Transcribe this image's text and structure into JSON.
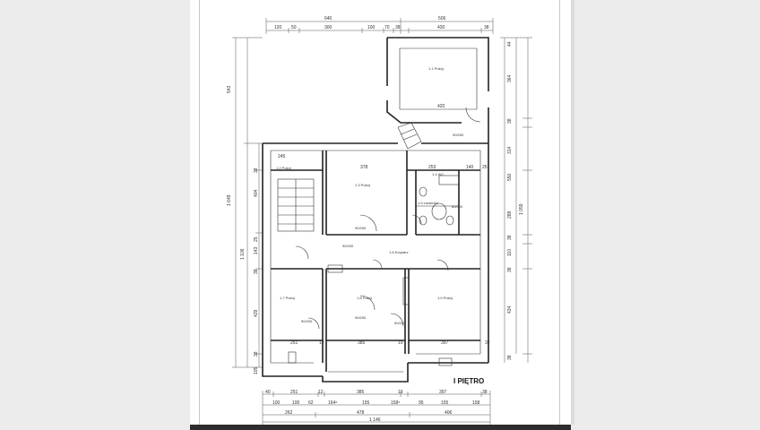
{
  "sheet_title": "I PIĘTRO",
  "dimensions": {
    "top_total": [
      "640",
      "506"
    ],
    "top_segments": [
      "120",
      "50",
      "300",
      "100",
      "70",
      "38",
      "430",
      "38"
    ],
    "bottom_row1": [
      "40",
      "251",
      "12",
      "385",
      "19",
      "397",
      "38"
    ],
    "bottom_row2": [
      "100",
      "100",
      "62",
      "164⁵",
      "155",
      "158⁵",
      "95",
      "155",
      "158"
    ],
    "bottom_row3": [
      "262",
      "478",
      "406"
    ],
    "bottom_total": "1 146",
    "left_outer": [
      "543",
      "1 649",
      "1 106"
    ],
    "left_inner": [
      "38",
      "404",
      "25",
      "143",
      "38",
      "429",
      "38",
      "105"
    ],
    "right_outer": [
      "1 059"
    ],
    "right_inner": [
      "44",
      "364",
      "38",
      "314",
      "550",
      "288",
      "38",
      "110",
      "38",
      "434",
      "38"
    ],
    "interior": [
      "245",
      "378",
      "253",
      "140",
      "25",
      "420",
      "385",
      "397",
      "12",
      "19",
      "32",
      "251"
    ],
    "doors": [
      "90/200",
      "90/200",
      "90/200",
      "90/200",
      "90/200",
      "80/200",
      "90/200"
    ]
  },
  "rooms": {
    "top_right": "1.1 Pokój",
    "r1": "1.2 Pokój",
    "r2": "1.3 Pokój",
    "r3": "1.4 WC",
    "r4": "1.5 Łazienka",
    "hall": "1.6 Korytarz",
    "b1": "1.7 Pokój",
    "b2": "1.8 Pokój",
    "b3": "1.9 Pokój"
  }
}
